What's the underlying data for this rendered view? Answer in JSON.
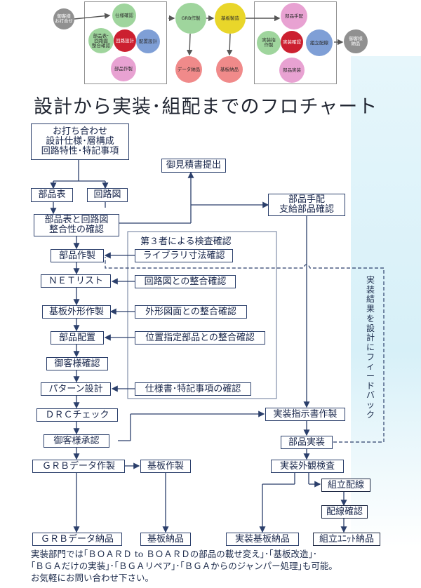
{
  "title": "設計から実装･組配までのフロチャート",
  "header_graphic": {
    "customer_meeting": [
      "御客様",
      "お打合せ"
    ],
    "spec_check": "仕様確認",
    "parts_check": [
      "部品表･",
      "回路図",
      "整合確認"
    ],
    "circuit_design": "回路設計",
    "layout_design": "配置設計",
    "parts_make": "部品作製",
    "grb_make": "GRB作製",
    "board_make": "基板製造",
    "data_delivery": "データ納品",
    "board_delivery": "基板納品",
    "parts_order": "部品手配",
    "mount_instruction": [
      "実装指",
      "作製"
    ],
    "mount_check": "実装確認",
    "assembly_wiring": "組立配線",
    "parts_mount": "部品実装",
    "customer_delivery": [
      "御客様",
      "納品"
    ]
  },
  "flow": {
    "meeting": [
      "お打ち合わせ",
      "設計仕様･層構成",
      "回路特性･特記事項"
    ],
    "quote": "御見積書提出",
    "parts_list": "部品表",
    "circuit": "回路図",
    "consistency": [
      "部品表と回路図",
      "整合性の確認"
    ],
    "parts_procure": [
      "部品手配",
      "支給部品確認"
    ],
    "third_party_title": "第３者による検査確認",
    "parts_make": "部品作製",
    "library_check": "ライブラリ寸法確認",
    "netlist": "ＮＥＴリスト",
    "circuit_check": "回路図との整合確認",
    "outline_make": "基板外形作製",
    "outline_check": "外形図面との整合確認",
    "placement": "部品配置",
    "placement_check": "位置指定部品との整合確認",
    "customer_check": "御客様確認",
    "pattern_design": "パターン設計",
    "spec_check": "仕様書･特記事項の確認",
    "drc": "ＤＲＣチェック",
    "mount_instruction": "実装指示書作製",
    "customer_approval": "御客様承認",
    "parts_mount": "部品実装",
    "grb_make": "ＧＲＢデータ作製",
    "board_make": "基板作製",
    "visual_inspection": "実装外観検査",
    "assembly_wiring": "組立配線",
    "wiring_check": "配線確認",
    "grb_delivery": "ＧＲＢデータ納品",
    "board_delivery": "基板納品",
    "mounted_delivery": "実装基板納品",
    "unit_delivery": "組立ﾕﾆｯﾄ納品",
    "feedback": "実装結果を設計にフィードバック"
  },
  "footer": [
    "実装部門では｢ＢＯＡＲＤ to ＢＯＡＲＤの部品の載せ変え｣･｢基板改造｣･",
    "｢ＢＧＡだけの実装｣･｢ＢＧＡリペア｣･｢ＢＧＡからのジャンパー処理｣も可能。",
    "お気軽にお問い合わせ下さい。"
  ],
  "colors": {
    "box_border": "#2b3f6b",
    "line": "#2b3f6b",
    "circle_green": "#9fd59d",
    "circle_blue": "#7f9fd6",
    "circle_pink": "#e8a2d2",
    "circle_red": "#cc2030",
    "circle_yellow": "#e9d62a",
    "circle_gray": "#909090",
    "circle_salmon": "#f08a8a",
    "background_tint": "#dff3fa"
  }
}
